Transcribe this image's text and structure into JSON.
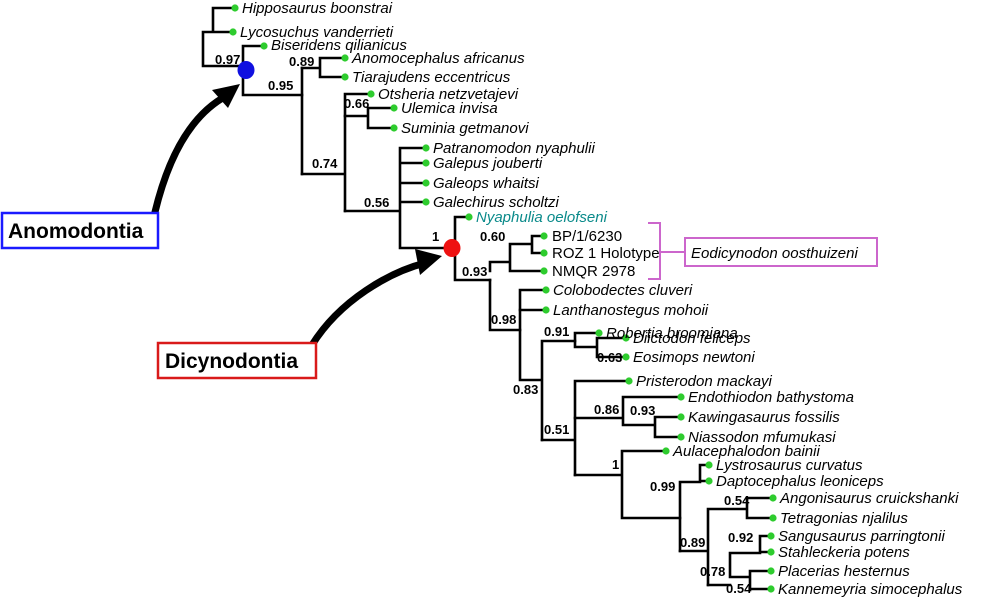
{
  "taxa": {
    "hipposaurus": "Hipposaurus boonstrai",
    "lycosuchus": "Lycosuchus vanderrieti",
    "biseridens": "Biseridens qilianicus",
    "anomocephalus": "Anomocephalus africanus",
    "tiarajudens": "Tiarajudens eccentricus",
    "otsheria": "Otsheria netzvetajevi",
    "ulemica": "Ulemica invisa",
    "suminia": "Suminia getmanovi",
    "patranomodon": "Patranomodon nyaphulii",
    "galepus": "Galepus jouberti",
    "galeops": "Galeops whaitsi",
    "galechirus": "Galechirus scholtzi",
    "nyaphulia": "Nyaphulia oelofseni",
    "bp": "BP/1/6230",
    "roz": "ROZ 1 Holotype",
    "nmqr": "NMQR 2978",
    "colobodectes": "Colobodectes cluveri",
    "lanthanostegus": "Lanthanostegus mohoii",
    "robertia": "Robertia broomiana",
    "diictodon": "Diictodon feliceps",
    "eosimops": "Eosimops newtoni",
    "pristerodon": "Pristerodon mackayi",
    "endothiodon": "Endothiodon bathystoma",
    "kawingasaurus": "Kawingasaurus fossilis",
    "niassodon": "Niassodon mfumukasi",
    "aulacephalodon": "Aulacephalodon bainii",
    "lystrosaurus": "Lystrosaurus curvatus",
    "daptocephalus": "Daptocephalus leoniceps",
    "angonisaurus": "Angonisaurus cruickshanki",
    "tetragonias": "Tetragonias njalilus",
    "sangusaurus": "Sangusaurus parringtonii",
    "stahleckeria": "Stahleckeria potens",
    "placerias": "Placerias hesternus",
    "kannemeyria": "Kannemeyria simocephalus"
  },
  "support": {
    "n097": "0.97",
    "n095": "0.95",
    "n089": "0.89",
    "n066": "0.66",
    "n074": "0.74",
    "n056": "0.56",
    "n1_dicyno": "1",
    "n060": "0.60",
    "n093_top": "0.93",
    "n098": "0.98",
    "n091": "0.91",
    "n063": "0.63",
    "n083": "0.83",
    "n086": "0.86",
    "n093_kaw": "0.93",
    "n051": "0.51",
    "n1_aula": "1",
    "n099": "0.99",
    "n054_top": "0.54",
    "n092": "0.92",
    "n089_low": "0.89",
    "n078": "0.78",
    "n054_low": "0.54"
  },
  "labels": {
    "anomodontia": "Anomodontia",
    "dicynodontia": "Dicynodontia",
    "eodicynodon": "Eodicynodon oosthuizeni"
  },
  "colors": {
    "tip": "#2ecc2e",
    "anomodontia_node": "#1010e0",
    "dicynodontia_node": "#ee1111",
    "anomodontia_box": "#1a1aff",
    "dicynodontia_box": "#d91a1a",
    "eodicynodon_box": "#cc66cc",
    "nyaphulia_text": "#0a8a8a"
  }
}
